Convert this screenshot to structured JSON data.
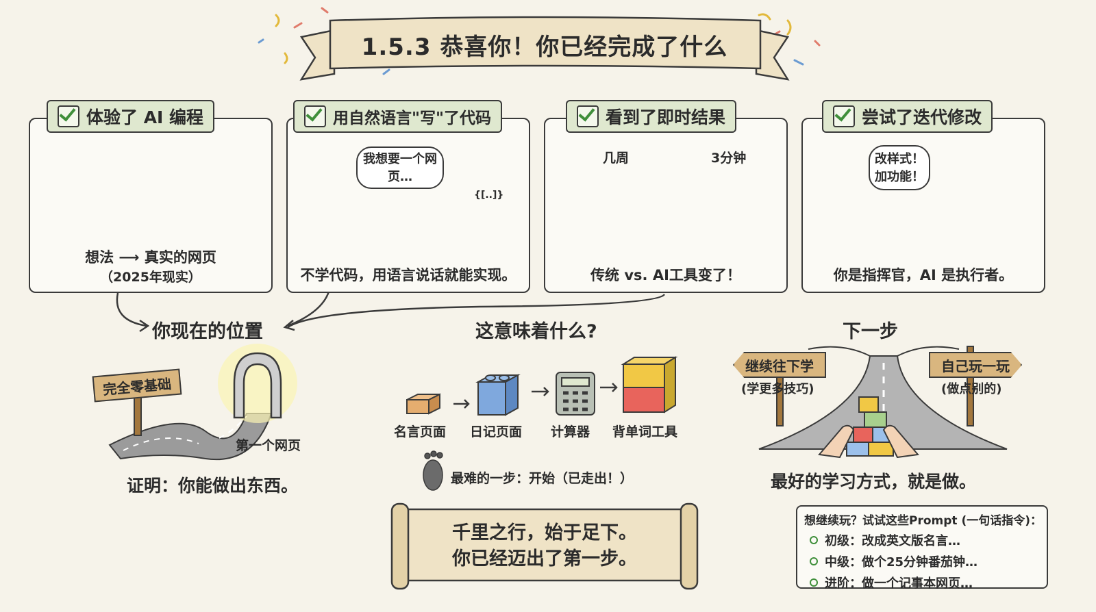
{
  "title": "1.5.3 恭喜你！你已经完成了什么",
  "cards": [
    {
      "heading": "体验了 AI 编程",
      "caption_line1": "想法 ⟶ 真实的网页",
      "caption_line2": "（2025年现实）"
    },
    {
      "heading": "用自然语言\"写\"了代码",
      "bubble": "我想要一个网页…",
      "code_symbol": "{[..]}",
      "caption": "不学代码，用语言说话就能实现。"
    },
    {
      "heading": "看到了即时结果",
      "label_weeks": "几周",
      "label_minutes": "3分钟",
      "caption": "传统 vs. AI工具变了！"
    },
    {
      "heading": "尝试了迭代修改",
      "bubble": "改样式！加功能！",
      "caption": "你是指挥官，AI 是执行者。"
    }
  ],
  "position": {
    "title": "你现在的位置",
    "sign": "完全零基础",
    "milestone": "第一个网页",
    "caption": "证明：你能做出东西。"
  },
  "meaning": {
    "title": "这意味着什么?",
    "steps": [
      "名言页面",
      "日记页面",
      "计算器",
      "背单词工具"
    ],
    "footnote": "最难的一步：开始（已走出！）",
    "scroll_line1": "千里之行，始于足下。",
    "scroll_line2": "你已经迈出了第一步。"
  },
  "next": {
    "title": "下一步",
    "left_sign": "继续往下学",
    "left_sub": "(学更多技巧)",
    "right_sign": "自己玩一玩",
    "right_sub": "(做点别的)",
    "caption": "最好的学习方式，就是做。"
  },
  "tips": {
    "heading": "想继续玩？试试这些Prompt (一句话指令)：",
    "items": [
      "初级：改成英文版名言…",
      "中级：做个25分钟番茄钟…",
      "进阶：做一个记事本网页…"
    ]
  },
  "colors": {
    "background": "#f6f3ea",
    "tab_green": "#dfe8cf",
    "check_green": "#3f8f3a",
    "ink": "#2b2b2b",
    "wood": "#d9b67f",
    "banner": "#efe3c6"
  }
}
